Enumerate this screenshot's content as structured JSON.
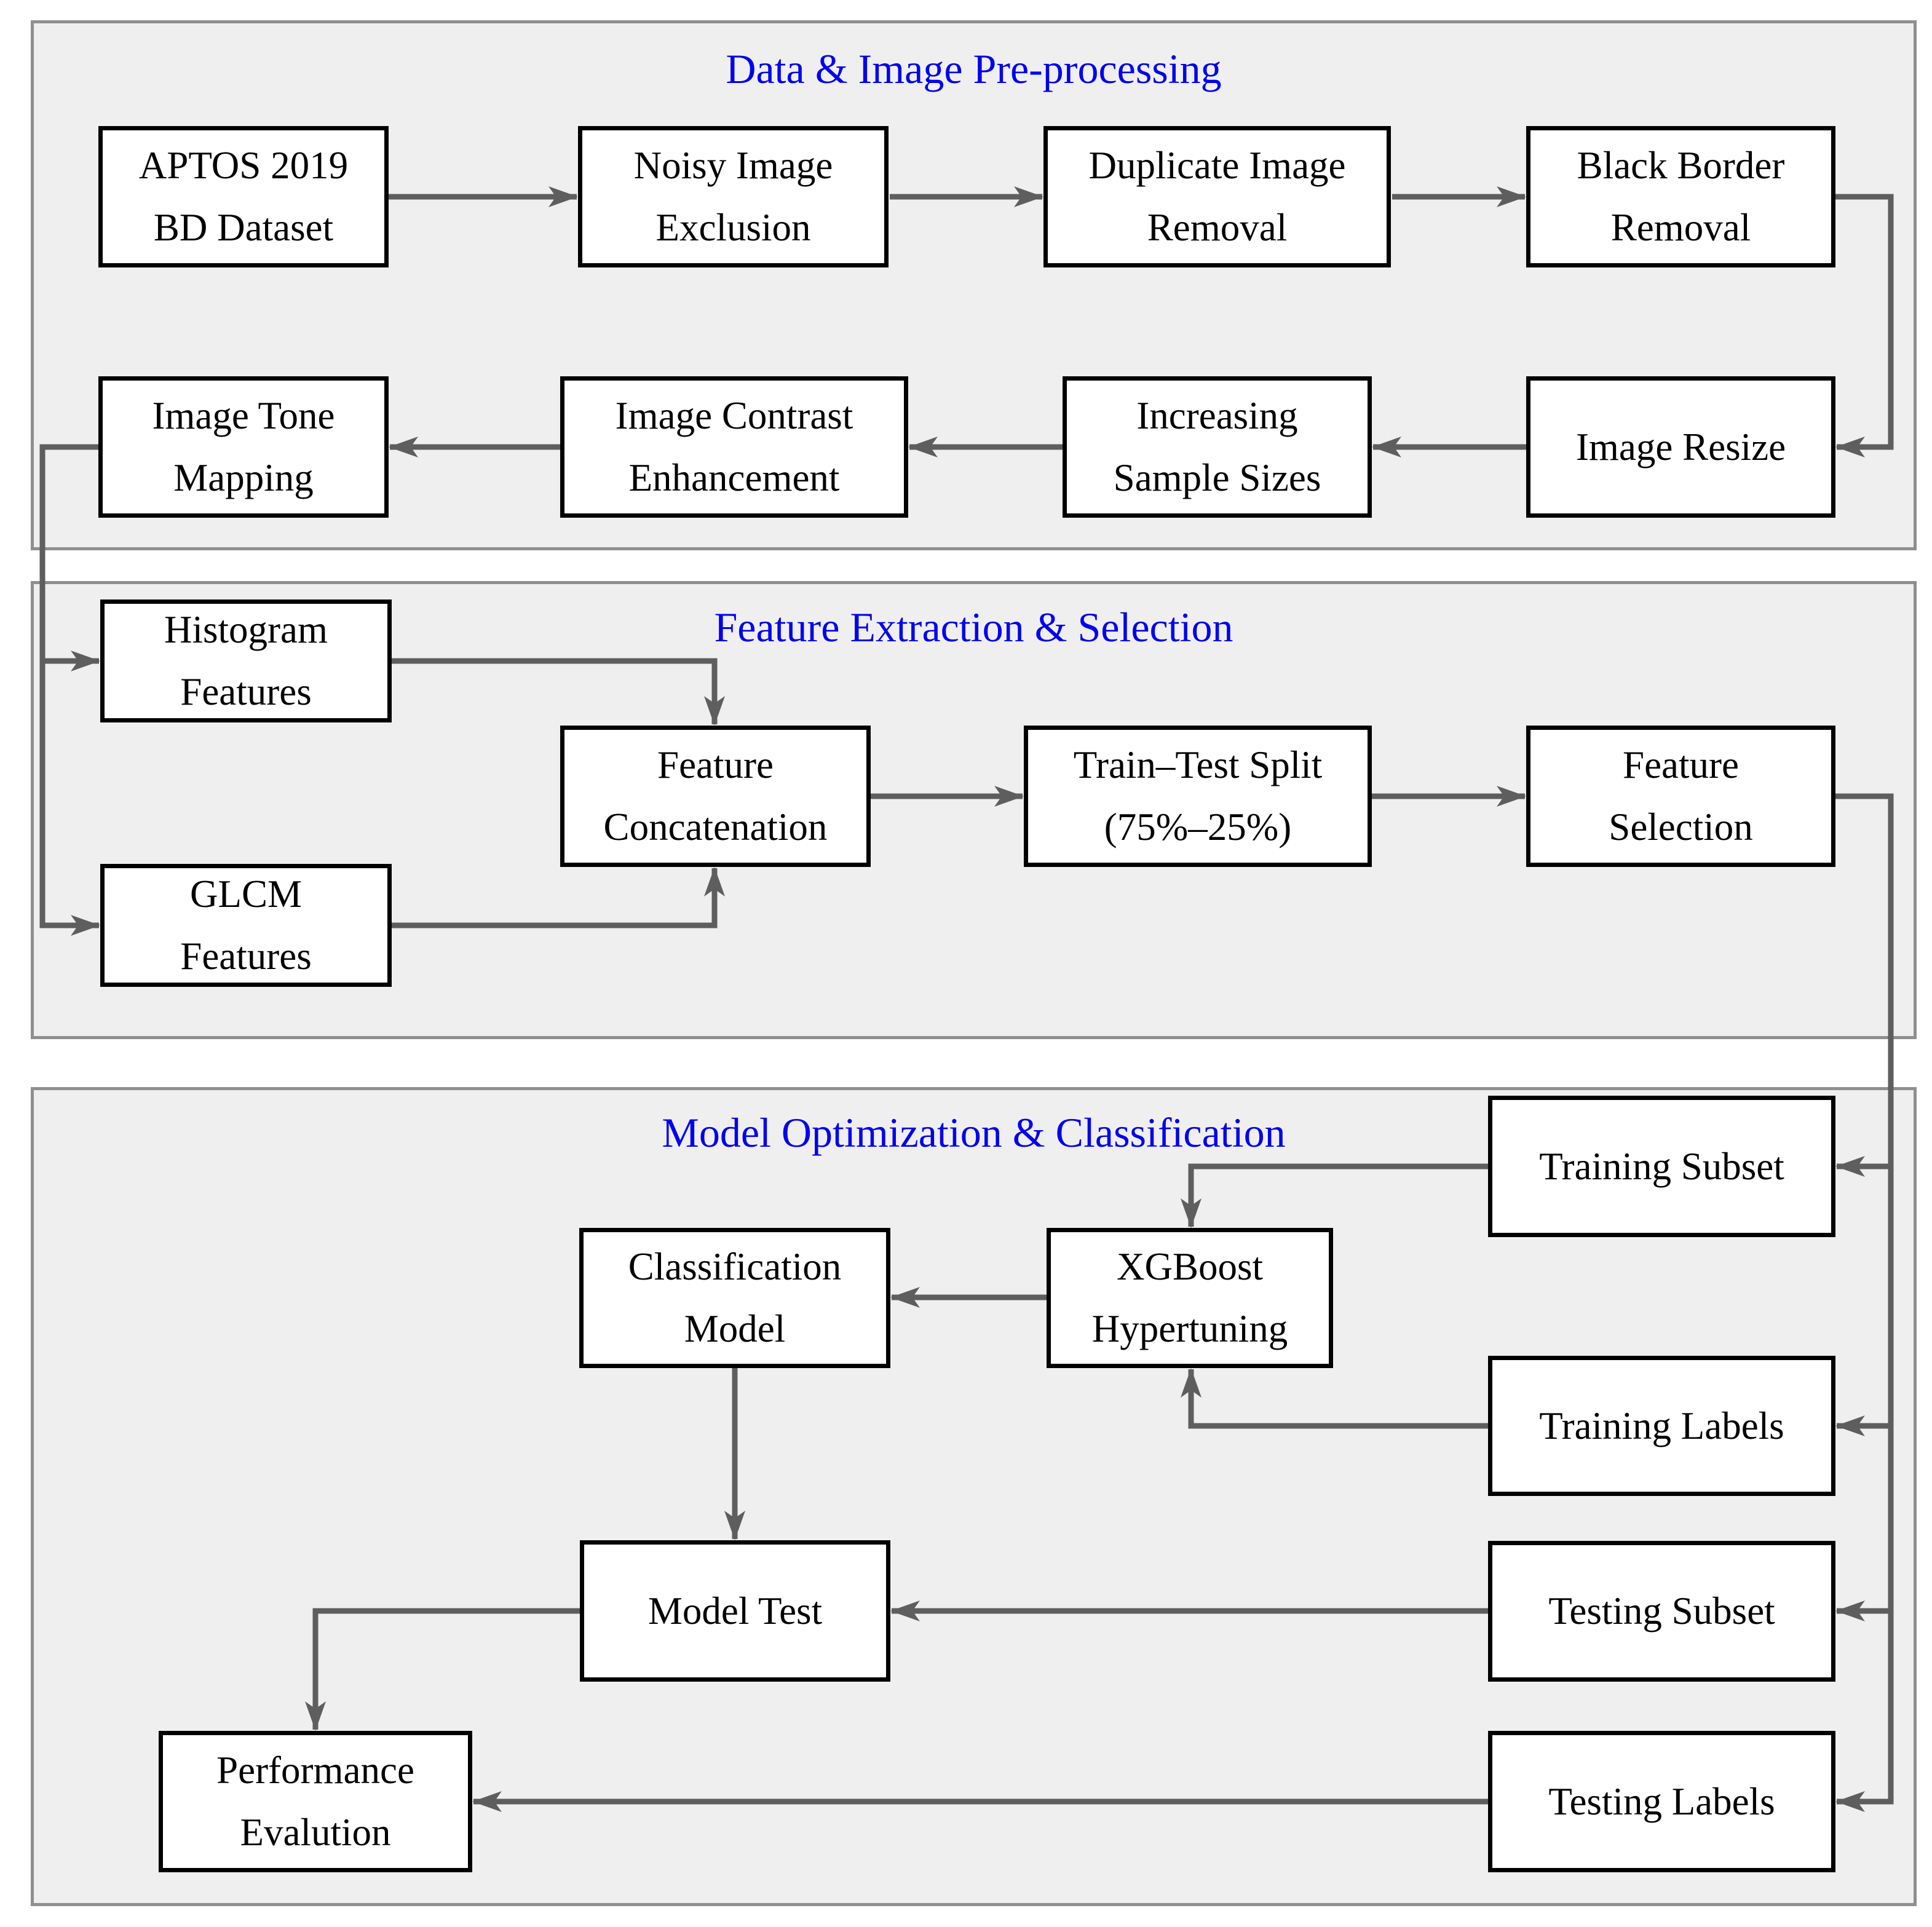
{
  "figure": {
    "type": "flowchart",
    "description": "Three-stage pipeline flowchart for diabetic retinopathy classification"
  },
  "colors": {
    "section_title_blue": "#0000f0",
    "panel_fill": "#f0efef",
    "panel_border": "#8f8f8f",
    "arrow_gray": "#5e5e5e",
    "box_border": "#000000",
    "box_fill": "#ffffff",
    "text": "#000000"
  },
  "sections": {
    "preprocessing": {
      "title": "Data & Image Pre-processing"
    },
    "feature": {
      "title": "Feature Extraction & Selection"
    },
    "model": {
      "title": "Model Optimization & Classification"
    }
  },
  "nodes": {
    "aptos": {
      "lines": [
        "APTOS 2019",
        "BD Dataset"
      ]
    },
    "noisy": {
      "lines": [
        "Noisy Image",
        "Exclusion"
      ]
    },
    "duplicate": {
      "lines": [
        "Duplicate Image",
        "Removal"
      ]
    },
    "black_border": {
      "lines": [
        "Black Border",
        "Removal"
      ]
    },
    "image_tone": {
      "lines": [
        "Image Tone",
        "Mapping"
      ]
    },
    "image_contrast": {
      "lines": [
        "Image Contrast",
        "Enhancement"
      ]
    },
    "increasing_samples": {
      "lines": [
        "Increasing",
        "Sample Sizes"
      ]
    },
    "image_resize": {
      "lines": [
        "Image Resize"
      ]
    },
    "histogram": {
      "lines": [
        "Histogram",
        "Features"
      ]
    },
    "glcm": {
      "lines": [
        "GLCM",
        "Features"
      ]
    },
    "feature_concat": {
      "lines": [
        "Feature",
        "Concatenation"
      ]
    },
    "train_test_split": {
      "lines": [
        "Train–Test Split",
        "(75%–25%)"
      ]
    },
    "feature_selection": {
      "lines": [
        "Feature",
        "Selection"
      ]
    },
    "training_subset": {
      "lines": [
        "Training Subset"
      ]
    },
    "xgboost": {
      "lines": [
        "XGBoost",
        "Hypertuning"
      ]
    },
    "classification_model": {
      "lines": [
        "Classification",
        "Model"
      ]
    },
    "training_labels": {
      "lines": [
        "Training Labels"
      ]
    },
    "model_test": {
      "lines": [
        "Model Test"
      ]
    },
    "testing_subset": {
      "lines": [
        "Testing Subset"
      ]
    },
    "performance_eval": {
      "lines": [
        "Performance",
        "Evalution"
      ]
    },
    "testing_labels": {
      "lines": [
        "Testing Labels"
      ]
    }
  }
}
